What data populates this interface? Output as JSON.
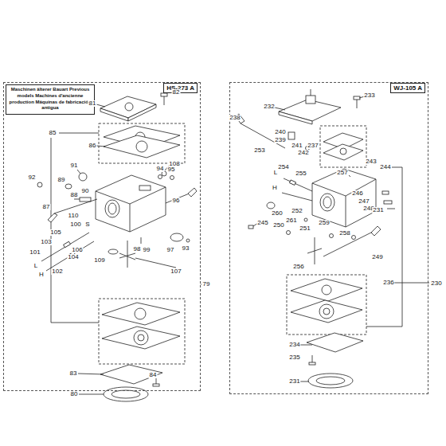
{
  "diagram": {
    "nodes": [
      {
        "text": [
          "HS-273 A"
        ]
      },
      {
        "text": [
          "Maschinen älterer Bauart Previous models Machines d'ancienne production Máquinas de fabricación antigua"
        ],
        "in": 0
      },
      {
        "text": [
          "WJ-105 A"
        ]
      }
    ],
    "labels": [
      "82",
      "81",
      "85",
      "86",
      "108",
      "91",
      "94",
      "95",
      "92",
      "89",
      "88",
      "90",
      "87",
      "110",
      "100",
      "S",
      "96",
      "79",
      "105",
      "103",
      "101",
      "106",
      "104",
      "L",
      "H",
      "102",
      "109",
      "98",
      "99",
      "97",
      "93",
      "107",
      "83",
      "84",
      "80",
      "233",
      "232",
      "238",
      "240",
      "239",
      "241",
      "242",
      "237",
      "253",
      "254",
      "255",
      "L",
      "257",
      "243",
      "244",
      "H",
      "260",
      "261",
      "246",
      "247",
      "248",
      "231",
      "245",
      "250",
      "252",
      "251",
      "259",
      "258",
      "249",
      "236",
      "230",
      "256",
      "234",
      "235",
      "231"
    ]
  }
}
